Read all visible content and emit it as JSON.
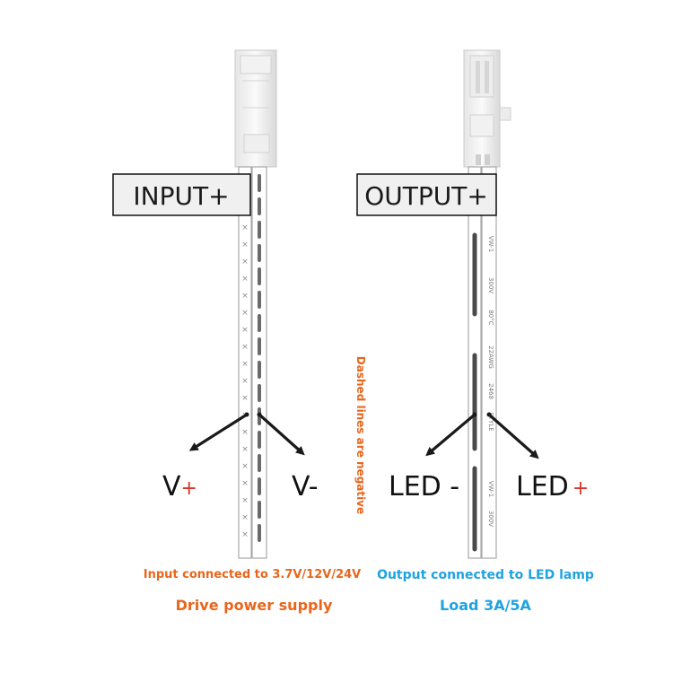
{
  "input": {
    "box_label": "INPUT+",
    "v_plus_letter": "V",
    "v_plus_sign": "+",
    "v_minus_label": "V-",
    "caption_1": "Input connected to 3.7V/12V/24V",
    "caption_2": "Drive power supply"
  },
  "output": {
    "box_label": "OUTPUT+",
    "led_minus_label": "LED -",
    "led_plus_word": "LED",
    "led_plus_sign": "+",
    "caption_1": "Output connected to LED lamp",
    "caption_2": "Load 3A/5A",
    "cable_print": [
      "VW-1",
      "300V",
      "80°C",
      "22AWG",
      "2468",
      "STYLE",
      "VW-1",
      "300V"
    ]
  },
  "note": {
    "text": "Dashed lines are negative"
  },
  "colors": {
    "orange": "#e8661c",
    "blue": "#1fa3e0",
    "red": "#d9342b",
    "dark": "#1a1a1a",
    "stripe": "#4a4a4a"
  },
  "icons": {
    "connector": "jst-connector-icon",
    "arrow": "arrow-icon"
  }
}
